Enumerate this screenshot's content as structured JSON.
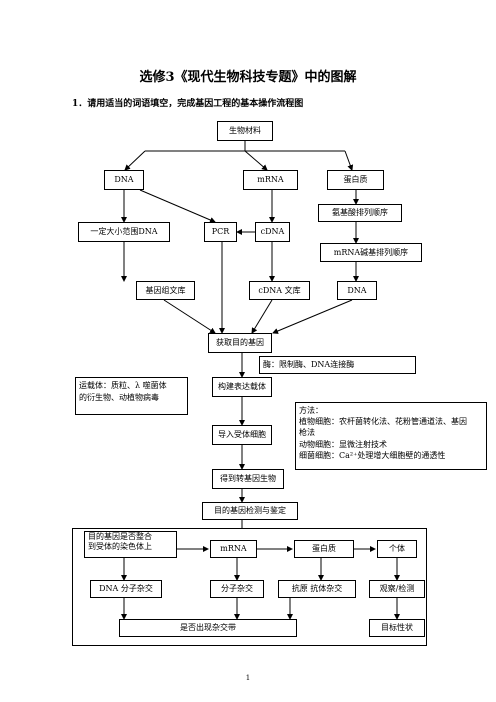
{
  "title": "选修3《现代生物科技专题》中的图解",
  "subtitle": "1．请用适当的词语填空，完成基因工程的基本操作流程图",
  "nodes": {
    "bio_material": "生物材料",
    "dna": "DNA",
    "mrna": "mRNA",
    "protein": "蛋白质",
    "aa_seq": "氨基酸排列顺序",
    "dna_fragment": "一定大小范围DNA",
    "pcr": "PCR",
    "cdna": "cDNA",
    "mrna_seq": "mRNA碱基排列顺序",
    "genomic_lib": "基因组文库",
    "cdna_lib": "cDNA 文库",
    "dna2": "DNA",
    "get_gene": "获取目的基因",
    "enzyme": "酶：限制酶、DNA连接酶",
    "build_vector": "构建表达载体",
    "import_cell": "导入受体细胞",
    "transgenic": "得到转基因生物",
    "detect": "目的基因检测与鉴定"
  },
  "carrier_note": [
    "运载体：质粒、λ 噬菌体",
    "的衍生物、动植物病毒"
  ],
  "method_note": [
    "方法：",
    "植物细胞：农杆菌转化法、花粉管通道法、基因",
    "枪法",
    "动物细胞：显微注射技术",
    "细菌细胞：Ca²⁺处理增大细胞壁的通透性"
  ],
  "detect_section": {
    "integrate": [
      "目的基因是否整合",
      "到受体的染色体上"
    ],
    "mrna": "mRNA",
    "protein": "蛋白质",
    "individual": "个体",
    "dna_hybrid": "DNA 分子杂交",
    "mol_hybrid": "分子杂交",
    "antigen": "抗原 抗体杂交",
    "observe": "观察/检测",
    "band": "是否出现杂交带",
    "trait": "目标性状"
  },
  "page_number": "1"
}
